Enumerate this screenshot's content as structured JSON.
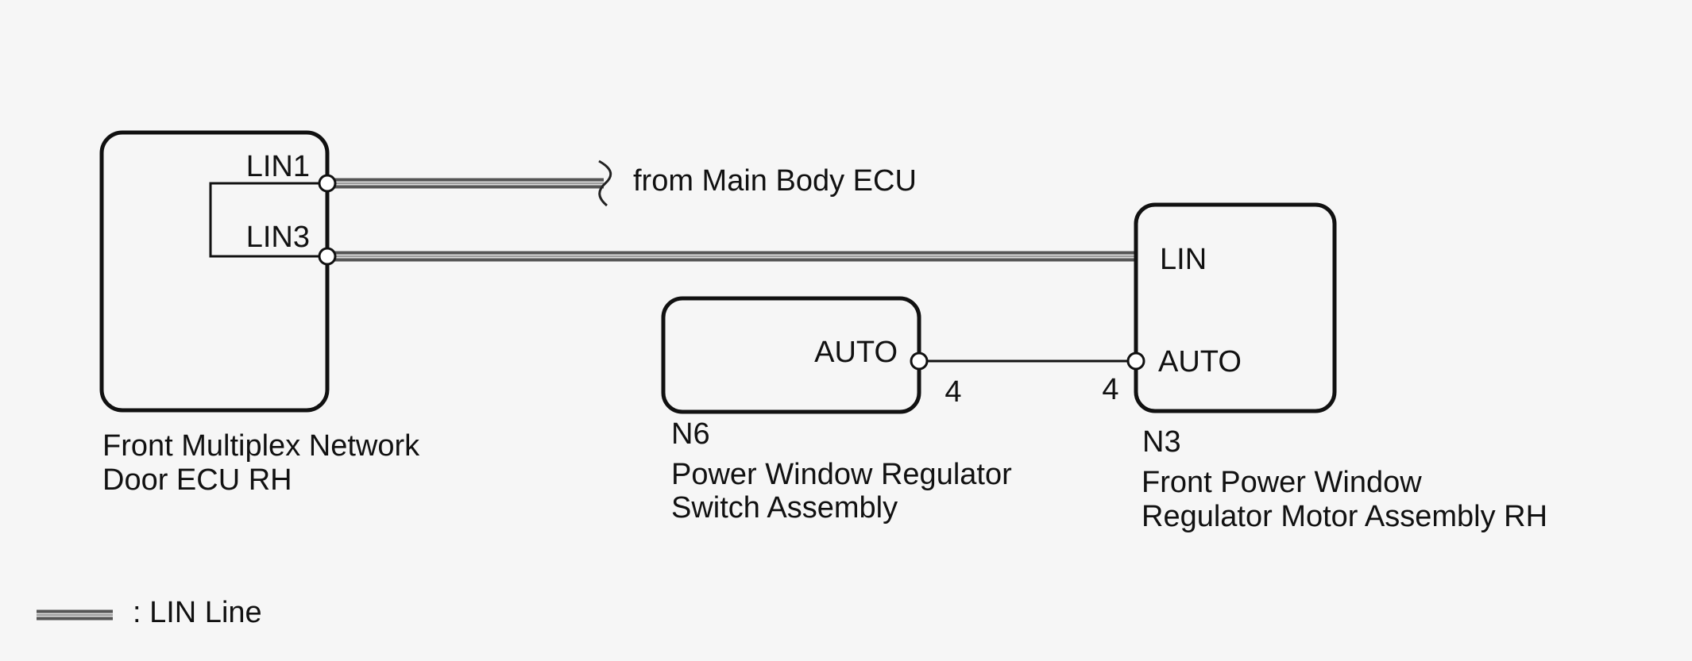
{
  "colors": {
    "background": "#f6f6f6",
    "line": "#111111",
    "lin_line_outer": "#555555",
    "lin_line_inner": "#dcdcdc",
    "terminal_fill": "#ffffff"
  },
  "components": {
    "ecu": {
      "name_line1": "Front Multiplex Network",
      "name_line2": "Door ECU RH",
      "pin_lin1": "LIN1",
      "pin_lin3": "LIN3"
    },
    "switch": {
      "connector": "N6",
      "name_line1": "Power Window Regulator",
      "name_line2": "Switch Assembly",
      "pin_auto": "AUTO",
      "pin_number": "4"
    },
    "motor": {
      "connector": "N3",
      "name_line1": "Front Power Window",
      "name_line2": "Regulator Motor Assembly RH",
      "pin_lin": "LIN",
      "pin_auto": "AUTO",
      "pin_number": "4"
    }
  },
  "wires": {
    "from_label": "from Main Body ECU"
  },
  "legend": {
    "label": ": LIN Line"
  }
}
